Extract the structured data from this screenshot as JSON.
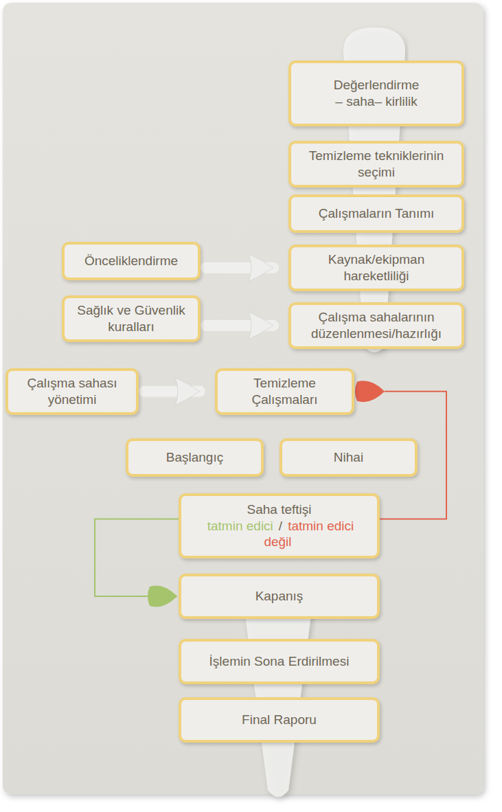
{
  "diagram": {
    "nodes": [
      {
        "text": [
          "Değerlendirme",
          "– saha",
          "– kirlilik"
        ]
      },
      {
        "text": [
          "Temizleme tekniklerinin seçimi"
        ]
      },
      {
        "text": [
          "Çalışmaların Tanımı"
        ]
      },
      {
        "text": [
          "Önceliklendirme"
        ]
      },
      {
        "text": [
          "Kaynak/ekipman hareketliliği"
        ]
      },
      {
        "text": [
          "Sağlık ve Güvenlik kuralları"
        ]
      },
      {
        "text": [
          "Çalışma sahalarının düzenlenmesi/hazırlığı"
        ]
      },
      {
        "text": [
          "Çalışma sahası yönetimi"
        ]
      },
      {
        "text": [
          "Temizleme Çalışmaları"
        ]
      },
      {
        "text": [
          "Başlangıç"
        ]
      },
      {
        "text": [
          "Nihai"
        ]
      },
      {
        "text": [
          "Saha teftişi",
          "tatmin edici",
          "/",
          "tatmin edici değil"
        ]
      },
      {
        "text": [
          "Kapanış"
        ]
      },
      {
        "text": [
          "İşlemin Sona Erdirilmesi"
        ]
      },
      {
        "text": [
          "Final Raporu"
        ]
      }
    ],
    "edges": [
      {
        "from": 3,
        "to": 4,
        "arrow": "to"
      },
      {
        "from": 5,
        "to": 6,
        "arrow": "to"
      },
      {
        "from": 7,
        "to": 8,
        "arrow": "to"
      },
      {
        "from": 11,
        "to": 8,
        "arrow": "to"
      },
      {
        "from": 11,
        "to": 12,
        "arrow": "to"
      }
    ]
  }
}
